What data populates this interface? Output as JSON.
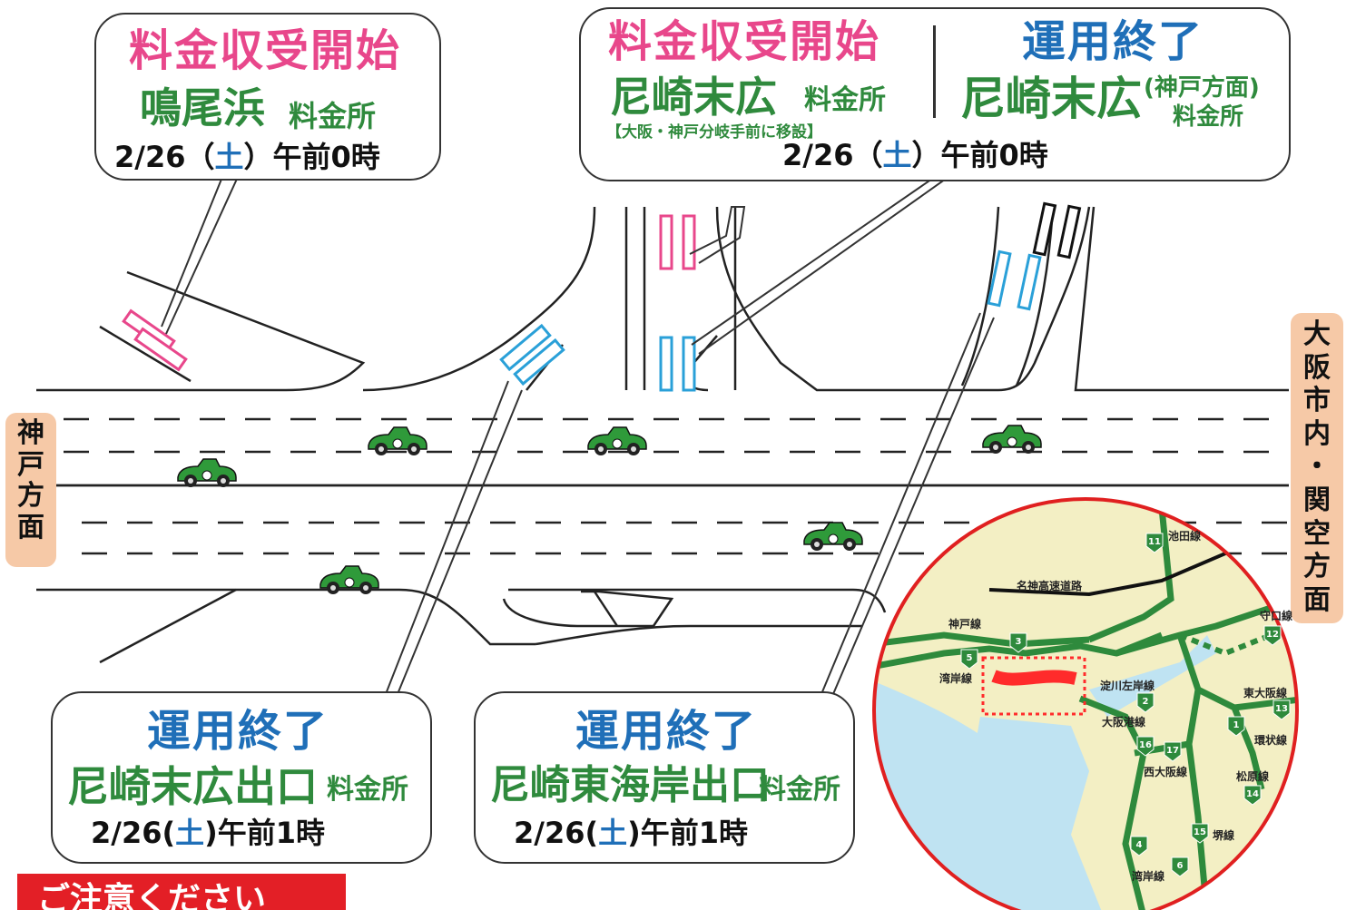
{
  "callouts": {
    "naruohama": {
      "status": "料金収受開始",
      "name": "鳴尾浜",
      "suffix": "料金所",
      "date": "2/26",
      "day_open": "（",
      "day": "土",
      "day_close": "）",
      "time": "午前0時"
    },
    "amagasaki_suehiro_new": {
      "status": "料金収受開始",
      "name": "尼崎末広",
      "suffix": "料金所",
      "note": "【大阪・神戸分岐手前に移設】"
    },
    "amagasaki_suehiro_kobe": {
      "status": "運用終了",
      "name": "尼崎末広",
      "direction": "(神戸方面)",
      "suffix": "料金所"
    },
    "top_right_date": {
      "date": "2/26",
      "day_open": "（",
      "day": "土",
      "day_close": "）",
      "time": "午前0時"
    },
    "suehiro_exit": {
      "status": "運用終了",
      "name": "尼崎末広出口",
      "suffix": "料金所",
      "date": "2/26(",
      "day": "土",
      "time": ")午前1時"
    },
    "higashikaigan_exit": {
      "status": "運用終了",
      "name": "尼崎東海岸出口",
      "suffix": "料金所",
      "date": "2/26(",
      "day": "土",
      "time": ")午前1時"
    }
  },
  "directions": {
    "left": [
      "神",
      "戸",
      "方",
      "面"
    ],
    "right": [
      "大",
      "阪",
      "市",
      "内",
      "・",
      "関",
      "空",
      "方",
      "面"
    ]
  },
  "map": {
    "labels": {
      "meishin": "名神高速道路",
      "kobe_line": "神戸線",
      "wangan_line": "湾岸線",
      "yodogawa": "淀川左岸線",
      "osakako": "大阪港線",
      "nishiosaka": "西大阪線",
      "moriguchi": "守口線",
      "higashiosaka": "東大阪線",
      "kanjo": "環状線",
      "matsubara": "松原線",
      "sakai": "堺線",
      "ikeda": "池田線",
      "wangan2": "湾岸線"
    },
    "route_numbers": [
      "11",
      "3",
      "5",
      "12",
      "2",
      "13",
      "1",
      "16",
      "17",
      "14",
      "15",
      "4",
      "6"
    ]
  },
  "notice": "ご注意ください",
  "colors": {
    "pink": "#e8478b",
    "green": "#2f8a3d",
    "blue": "#1f6fb8",
    "map_circle": "#e02020",
    "highlight": "#ff2b2b"
  }
}
